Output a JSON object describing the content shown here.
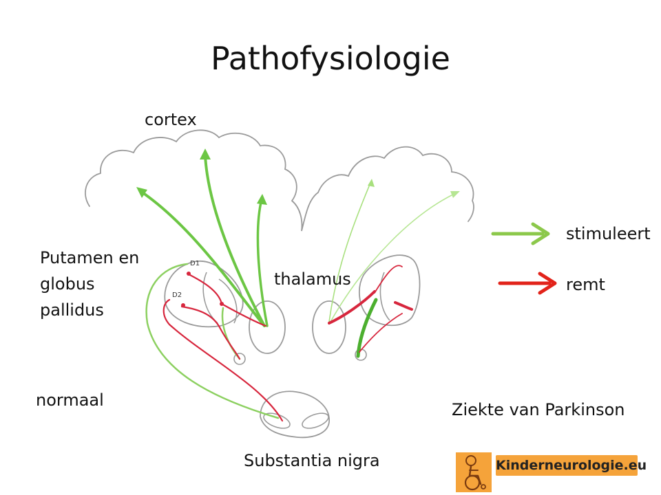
{
  "slide": {
    "title": "Pathofysiologie"
  },
  "labels": {
    "cortex": "cortex",
    "putamen_lines": [
      "Putamen en",
      "globus",
      "pallidus"
    ],
    "thalamus": "thalamus",
    "normaal": "normaal",
    "parkinson": "Ziekte van Parkinson",
    "substantia_nigra": "Substantia nigra",
    "d1": "D1",
    "d2": "D2"
  },
  "legend": {
    "stimulates": {
      "label": "stimuleert",
      "color": "#8cc84b"
    },
    "inhibits": {
      "label": "remt",
      "color": "#e2231a"
    }
  },
  "colors": {
    "outline": "#9a9a9a",
    "green": "#6cc644",
    "light_green": "#a8e07e",
    "red": "#d7263d"
  },
  "logo": {
    "label": "Kinderneurologie.eu",
    "icon": "wheelchair-child-icon",
    "color": "#f5a33a"
  }
}
